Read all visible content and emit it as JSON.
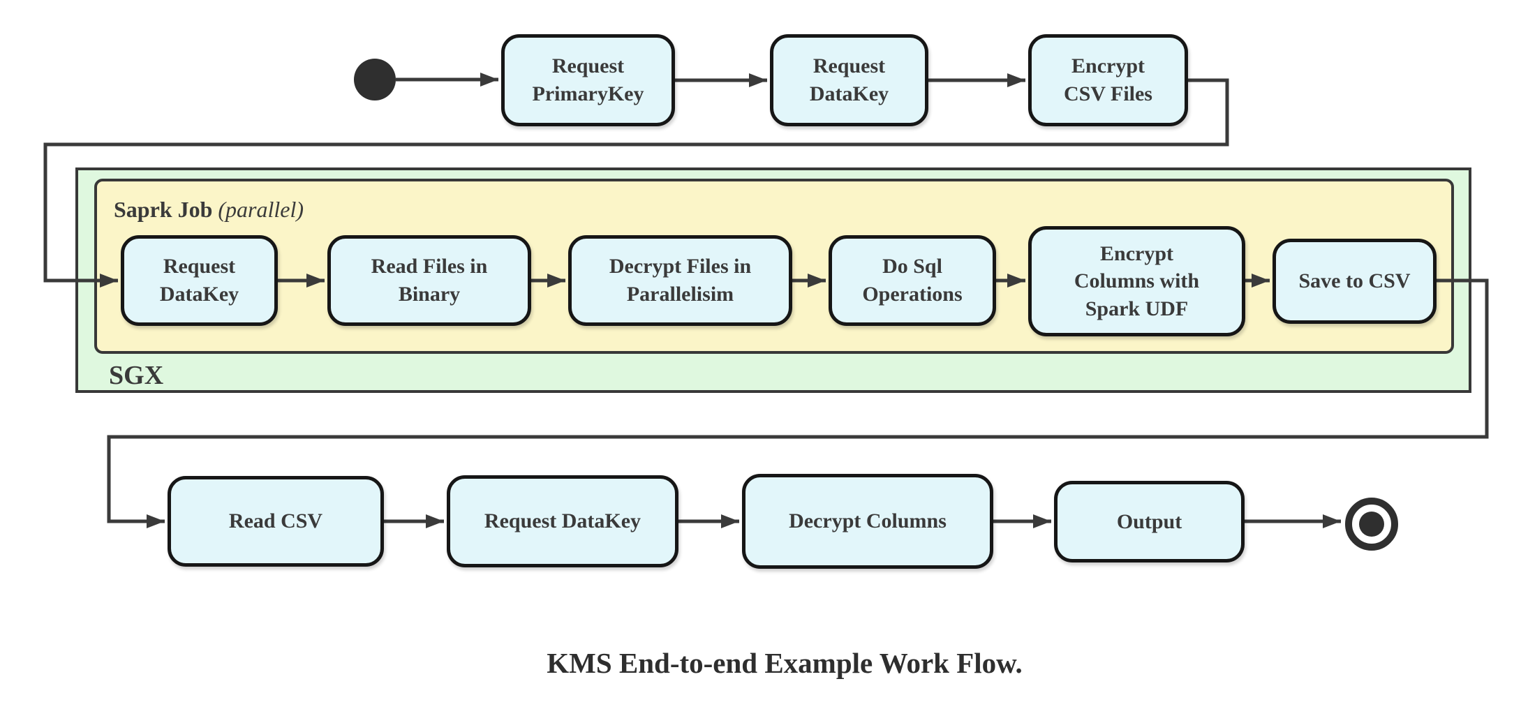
{
  "caption": "KMS End-to-end Example Work Flow.",
  "containers": {
    "sgx": {
      "label": "SGX"
    },
    "spark_job": {
      "title": "Saprk Job",
      "qualifier": "(parallel)"
    }
  },
  "nodes": {
    "request_primarykey": {
      "label": "Request\nPrimaryKey"
    },
    "request_datakey_top": {
      "label": "Request\nDataKey"
    },
    "encrypt_csv_files": {
      "label": "Encrypt\nCSV Files"
    },
    "request_datakey_sgx": {
      "label": "Request\nDataKey"
    },
    "read_files_in_binary": {
      "label": "Read Files in\nBinary"
    },
    "decrypt_files_in_parallelisim": {
      "label": "Decrypt Files in\nParallelisim"
    },
    "do_sql_operations": {
      "label": "Do Sql\nOperations"
    },
    "encrypt_columns_with_spark_udf": {
      "label": "Encrypt\nColumns with\nSpark UDF"
    },
    "save_to_csv": {
      "label": "Save to CSV"
    },
    "read_csv": {
      "label": "Read CSV"
    },
    "request_datakey_bottom": {
      "label": "Request DataKey"
    },
    "decrypt_columns": {
      "label": "Decrypt Columns"
    },
    "output": {
      "label": "Output"
    }
  },
  "colors": {
    "node_fill": "#E2F6FA",
    "node_border": "#161616",
    "sgx_fill": "#DFF8DF",
    "spark_job_fill": "#FBF5C8",
    "container_border": "#383838",
    "connector": "#3A3A3A",
    "text": "#3A3A3A",
    "terminal": "#2F2F2F",
    "background": "#FFFFFF"
  }
}
